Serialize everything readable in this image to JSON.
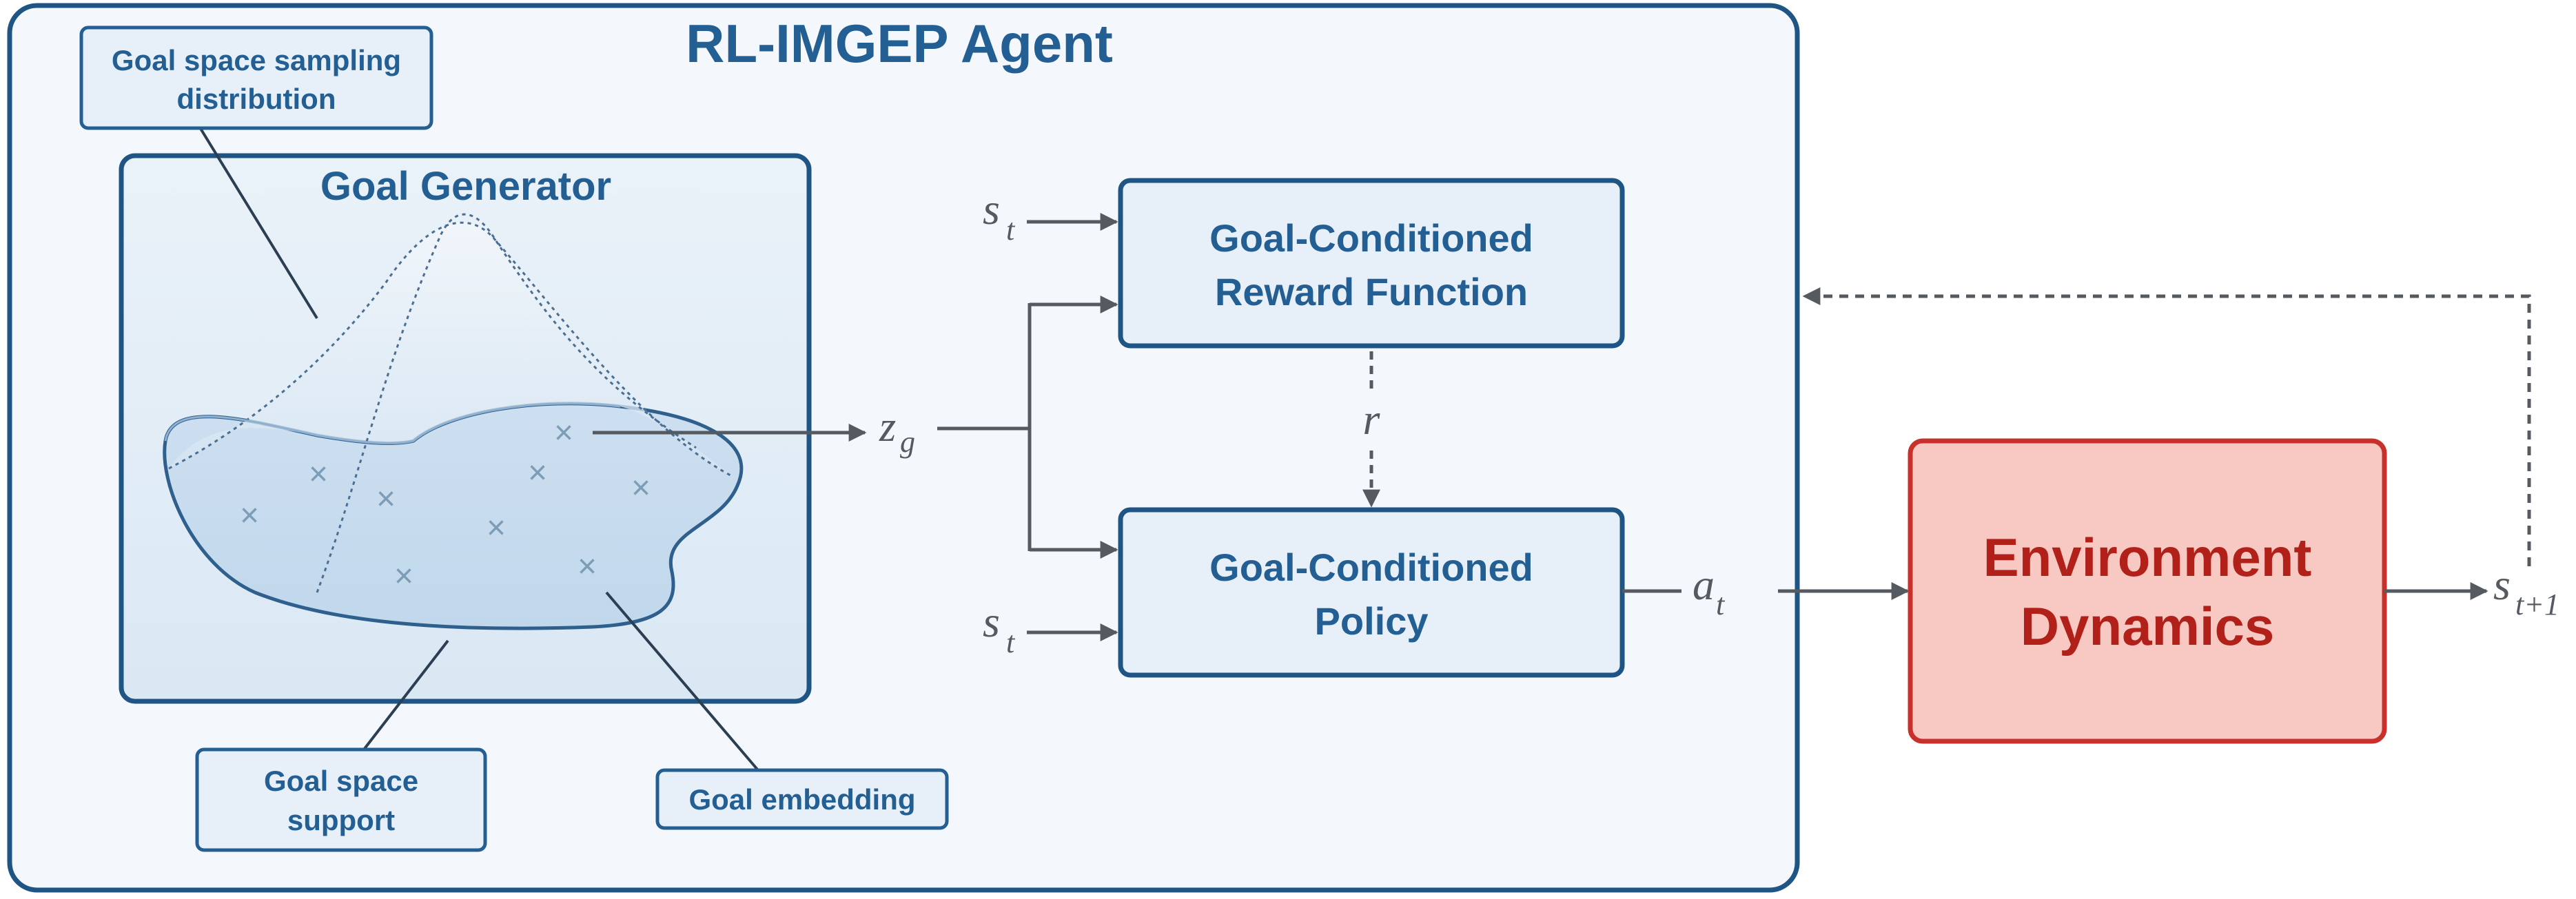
{
  "agent": {
    "title": "RL-IMGEP Agent"
  },
  "goal_generator": {
    "title": "Goal Generator",
    "callout_sampling_line1": "Goal space sampling",
    "callout_sampling_line2": "distribution",
    "callout_support_line1": "Goal space",
    "callout_support_line2": "support",
    "callout_embedding": "Goal embedding",
    "marker_glyph": "×"
  },
  "reward_function": {
    "line1": "Goal-Conditioned",
    "line2": "Reward Function"
  },
  "policy": {
    "line1": "Goal-Conditioned",
    "line2": "Policy"
  },
  "environment": {
    "line1": "Environment",
    "line2": "Dynamics"
  },
  "symbols": {
    "s": "s",
    "t": "t",
    "z": "z",
    "g": "g",
    "r": "r",
    "a": "a",
    "t_plus_1": "t+1"
  },
  "colors": {
    "agent_border": "#1e5585",
    "agent_fill": "#f4f8fc",
    "box_fill": "#e7f0f8",
    "title_blue": "#245f94",
    "env_border": "#c8302c",
    "env_fill": "#f8c9c3",
    "env_text": "#b2201a",
    "arrow_gray": "#555a60",
    "marker": "#7d9cb6"
  }
}
